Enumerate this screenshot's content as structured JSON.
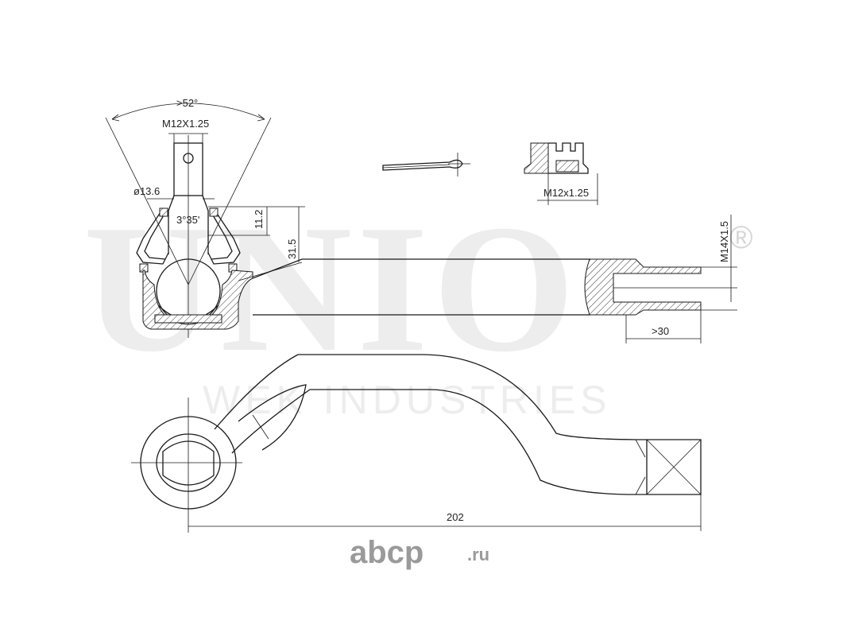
{
  "watermark": {
    "logo": "UNIO",
    "registered": "®",
    "subtitle": "WEK INDUSTRIES"
  },
  "dimensions": {
    "angle": ">52°",
    "stud_thread": "M12X1.25",
    "stud_diameter": "ø13.6",
    "taper": "3°35'",
    "height_small": "11.2",
    "height_large": "31.5",
    "rod_thread": "M14X1.5",
    "thread_depth": ">30",
    "nut_thread": "M12x1.25",
    "overall_length": "202"
  },
  "branding": {
    "site_main": "abcp",
    "site_tld": ".ru"
  },
  "colors": {
    "line": "#1a1a1a",
    "watermark": "#ededed",
    "brand": "#9a9a9a"
  }
}
